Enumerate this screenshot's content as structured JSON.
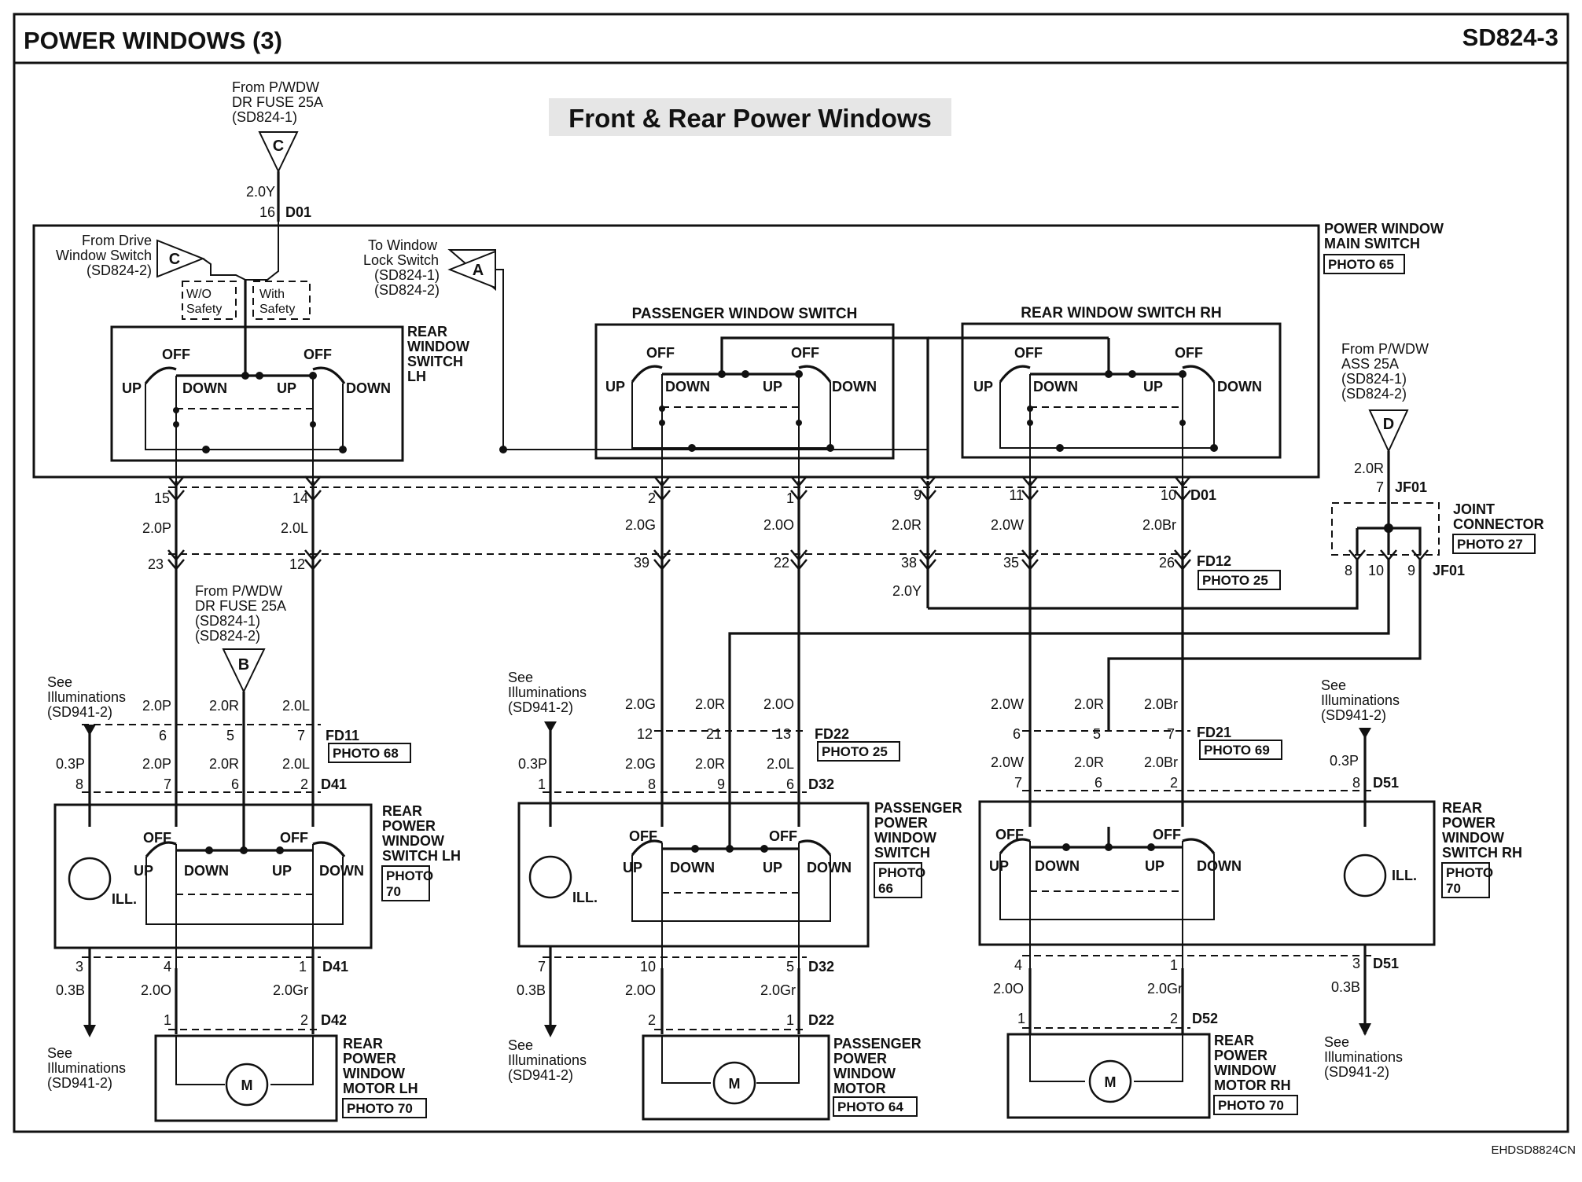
{
  "header": {
    "title": "POWER WINDOWS (3)",
    "code": "SD824-3"
  },
  "subtitle": "Front & Rear Power Windows",
  "footer_code": "EHDSD8824CN",
  "sources": {
    "top_fuse": [
      "From P/WDW",
      "DR FUSE 25A",
      "(SD824-1)"
    ],
    "top_fuse_letter": "C",
    "drive_switch": [
      "From Drive",
      "Window Switch",
      "(SD824-2)"
    ],
    "drive_switch_letter": "C",
    "lock_switch": [
      "To Window",
      "Lock Switch",
      "(SD824-1)",
      "(SD824-2)"
    ],
    "lock_switch_letter": "A",
    "ass_fuse": [
      "From P/WDW",
      "ASS 25A",
      "(SD824-1)",
      "(SD824-2)"
    ],
    "ass_fuse_letter": "D",
    "dr_fuse_b": [
      "From P/WDW",
      "DR FUSE 25A",
      "(SD824-1)",
      "(SD824-2)"
    ],
    "dr_fuse_b_letter": "B"
  },
  "options": {
    "wo_safety": [
      "W/O",
      "Safety"
    ],
    "with_safety": [
      "With",
      "Safety"
    ]
  },
  "main_switch": {
    "title": [
      "POWER WINDOW",
      "MAIN SWITCH"
    ],
    "photo": "PHOTO 65",
    "rear_lh_label": [
      "REAR",
      "WINDOW",
      "SWITCH",
      "LH"
    ],
    "passenger_label": "PASSENGER WINDOW SWITCH",
    "rear_rh_label": "REAR WINDOW SWITCH RH"
  },
  "switch_terms": {
    "off": "OFF",
    "up": "UP",
    "down": "DOWN",
    "ill": "ILL."
  },
  "motor_symbol": "M",
  "joint": {
    "label": [
      "JOINT",
      "CONNECTOR"
    ],
    "photo": "PHOTO 27",
    "conn": "JF01",
    "pin_in": "7",
    "pins": [
      "8",
      "10",
      "9"
    ],
    "wire_in": "2.0R"
  },
  "top_wire": {
    "color": "2.0Y",
    "pin": "16",
    "conn": "D01"
  },
  "d01_pins": [
    "15",
    "14",
    "2",
    "1",
    "9",
    "11",
    "10"
  ],
  "d01_conn": "D01",
  "wires_mid": [
    "2.0P",
    "2.0L",
    "2.0G",
    "2.0O",
    "2.0R",
    "2.0W",
    "2.0Br"
  ],
  "fd12_pins": [
    "23",
    "12",
    "39",
    "22",
    "38",
    "35",
    "26"
  ],
  "fd12": {
    "conn": "FD12",
    "photo": "PHOTO 25",
    "wire_y": "2.0Y"
  },
  "see_illum": [
    "See",
    "Illuminations",
    "(SD941-2)"
  ],
  "rear_lh": {
    "wires_top": [
      "2.0P",
      "2.0R",
      "2.0L"
    ],
    "fd_pins": [
      "6",
      "5",
      "7"
    ],
    "fd_conn": "FD11",
    "fd_photo": "PHOTO 68",
    "wires_low": [
      "0.3P",
      "2.0P",
      "2.0R",
      "2.0L"
    ],
    "d_pins": [
      "8",
      "7",
      "6",
      "2"
    ],
    "d_conn": "D41",
    "name": [
      "REAR",
      "POWER",
      "WINDOW",
      "SWITCH LH"
    ],
    "photo": "PHOTO",
    "photo_num": "70",
    "bot_pins": [
      "3",
      "4",
      "1"
    ],
    "bot_conn": "D41",
    "bot_wires": [
      "0.3B",
      "2.0O",
      "2.0Gr"
    ],
    "motor_pins": [
      "1",
      "2"
    ],
    "motor_conn": "D42",
    "motor_name": [
      "REAR",
      "POWER",
      "WINDOW",
      "MOTOR LH"
    ],
    "motor_photo": "PHOTO 70"
  },
  "pass": {
    "wires_top": [
      "2.0G",
      "2.0R",
      "2.0O"
    ],
    "fd_pins": [
      "12",
      "21",
      "13"
    ],
    "fd_conn": "FD22",
    "fd_photo": "PHOTO 25",
    "wires_low": [
      "0.3P",
      "2.0G",
      "2.0R",
      "2.0L"
    ],
    "d_pins": [
      "1",
      "8",
      "9",
      "6"
    ],
    "d_conn": "D32",
    "name": [
      "PASSENGER",
      "POWER",
      "WINDOW",
      "SWITCH"
    ],
    "photo": "PHOTO",
    "photo_num": "66",
    "bot_pins": [
      "7",
      "10",
      "5"
    ],
    "bot_conn": "D32",
    "bot_wires": [
      "0.3B",
      "2.0O",
      "2.0Gr"
    ],
    "motor_pins": [
      "2",
      "1"
    ],
    "motor_conn": "D22",
    "motor_name": [
      "PASSENGER",
      "POWER",
      "WINDOW",
      "MOTOR"
    ],
    "motor_photo": "PHOTO 64"
  },
  "rear_rh": {
    "wires_top": [
      "2.0W",
      "2.0R",
      "2.0Br"
    ],
    "fd_pins": [
      "6",
      "5",
      "7"
    ],
    "fd_conn": "FD21",
    "fd_photo": "PHOTO 69",
    "wires_low": [
      "2.0W",
      "2.0R",
      "2.0Br",
      "0.3P"
    ],
    "d_pins": [
      "7",
      "6",
      "2",
      "8"
    ],
    "d_conn": "D51",
    "name": [
      "REAR",
      "POWER",
      "WINDOW",
      "SWITCH RH"
    ],
    "photo": "PHOTO",
    "photo_num": "70",
    "bot_pins": [
      "4",
      "1",
      "3"
    ],
    "bot_conn": "D51",
    "bot_wires": [
      "2.0O",
      "2.0Gr",
      "0.3B"
    ],
    "motor_pins": [
      "1",
      "2"
    ],
    "motor_conn": "D52",
    "motor_name": [
      "REAR",
      "POWER",
      "WINDOW",
      "MOTOR RH"
    ],
    "motor_photo": "PHOTO 70"
  }
}
